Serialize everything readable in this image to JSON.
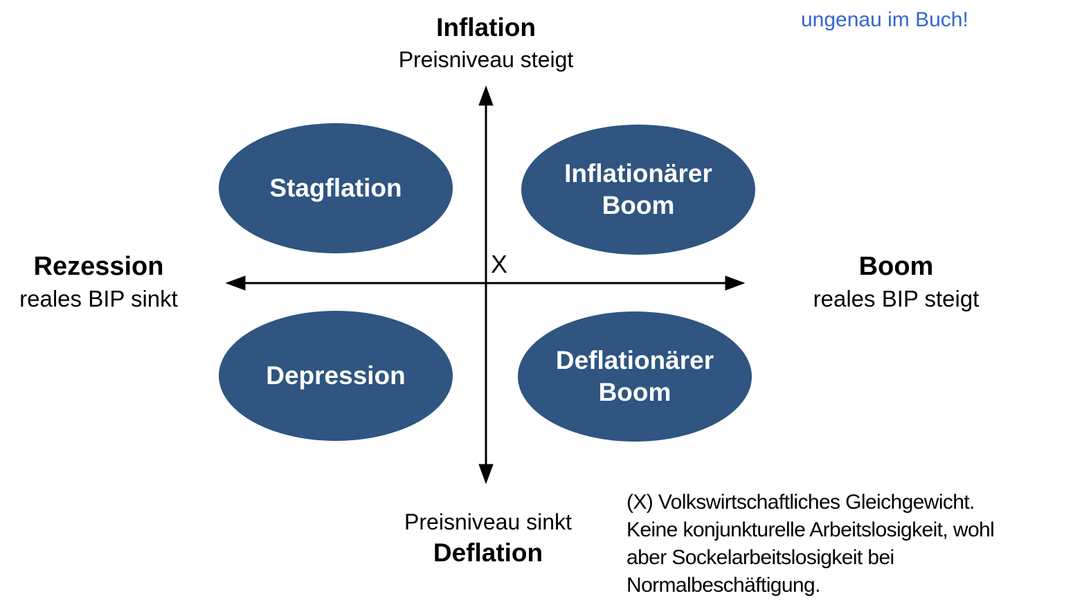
{
  "note": {
    "text": "ungenau im Buch!"
  },
  "axes": {
    "top": {
      "title": "Inflation",
      "subtitle": "Preisniveau steigt"
    },
    "bottom": {
      "subtitle": "Preisniveau sinkt",
      "title": "Deflation"
    },
    "left": {
      "title": "Rezession",
      "subtitle": "reales BIP sinkt"
    },
    "right": {
      "title": "Boom",
      "subtitle": "reales BIP steigt"
    },
    "origin_label": "X"
  },
  "quadrants": {
    "top_left": {
      "line1": "Stagflation"
    },
    "top_right": {
      "line1": "Inflationärer",
      "line2": "Boom"
    },
    "bottom_left": {
      "line1": "Depression"
    },
    "bottom_right": {
      "line1": "Deflationärer",
      "line2": "Boom"
    }
  },
  "footnote": {
    "text": "(X) Volkswirtschaftliches Gleichgewicht.\nKeine konjunkturelle Arbeitslosigkeit, wohl\naber Sockelarbeitslosigkeit bei\nNormalbeschäftigung."
  },
  "colors": {
    "ellipse_fill": "#2f5580",
    "ellipse_text": "#ffffff",
    "note_blue": "#3366cc",
    "axis": "#000000"
  }
}
